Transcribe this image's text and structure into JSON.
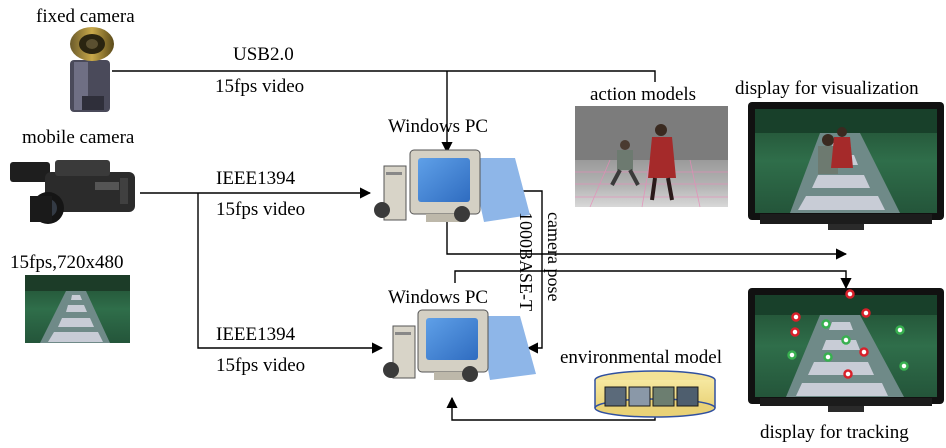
{
  "labels": {
    "fixed_camera": "fixed camera",
    "mobile_camera": "mobile camera",
    "usb": "USB2.0",
    "usb_video": "15fps video",
    "ieee_top": "IEEE1394",
    "ieee_top_video": "15fps video",
    "ieee_bottom": "IEEE1394",
    "ieee_bottom_video": "15fps video",
    "camera_spec": "15fps,720x480",
    "pc_top": "Windows PC",
    "pc_bottom": "Windows PC",
    "network": "1000BASE-T",
    "camera_pose": "camera pose",
    "action_models": "action models",
    "display_visualization": "display for visualization",
    "display_tracking": "display for tracking",
    "environmental_model": "environmental model"
  },
  "colors": {
    "line": "#000000",
    "pc_screen": "#3a7fd0",
    "pc_shadow": "#8eb6e8",
    "garden_green": "#2f6e4a",
    "path_stone": "#c8ccd6",
    "marker_red": "#d8202a",
    "marker_green": "#38b050"
  },
  "icons": {
    "fixed_camera": "fixed-camera-icon",
    "mobile_camera": "camcorder-icon",
    "pc": "desktop-pc-icon",
    "display": "flat-tv-icon",
    "environment": "panorama-cylinder-icon"
  }
}
